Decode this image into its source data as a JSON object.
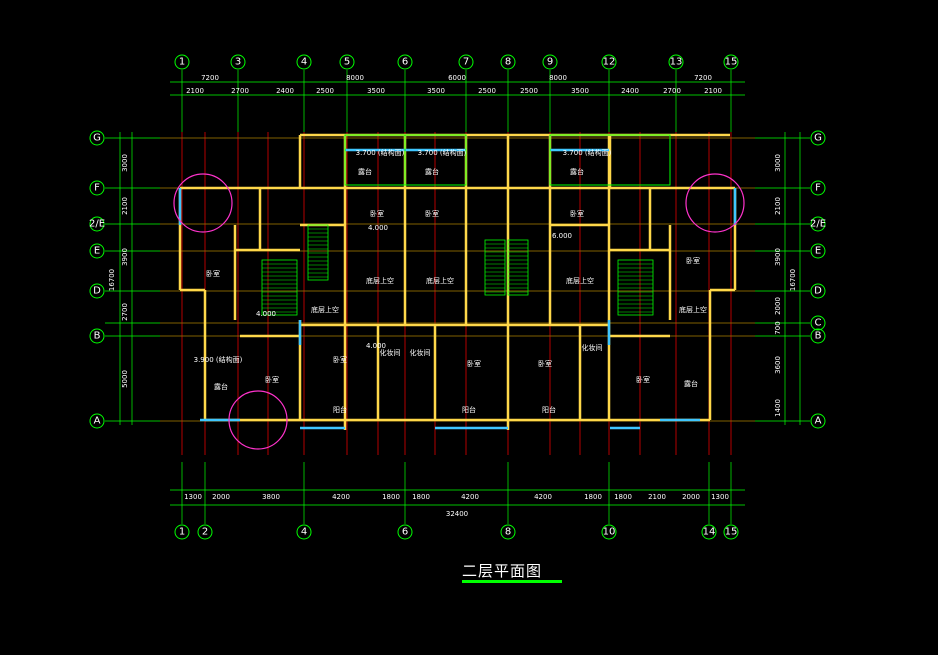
{
  "title": "二层平面图",
  "colors": {
    "background": "#000000",
    "axis": "#00ff00",
    "grid_red": "#ff0000",
    "wall": "#ffd84a",
    "window": "#3fc6ff",
    "circle": "#ff33cc",
    "text": "#ffffff"
  },
  "axes_top": [
    "1",
    "3",
    "4",
    "5",
    "6",
    "7",
    "8",
    "9",
    "12",
    "13",
    "15"
  ],
  "axes_bottom": [
    "1",
    "2",
    "4",
    "6",
    "8",
    "10",
    "14",
    "15"
  ],
  "axes_left": [
    "G",
    "F",
    "2/E",
    "E",
    "D",
    "B",
    "A"
  ],
  "axes_right": [
    "G",
    "F",
    "2/E",
    "E",
    "D",
    "C",
    "B",
    "A"
  ],
  "dims_top_overall": [
    "7200",
    "8000",
    "6000",
    "8000",
    "7200"
  ],
  "dims_top_detail": [
    "2100",
    "2700",
    "2400",
    "2500",
    "3500",
    "3500",
    "2500",
    "2500",
    "3500",
    "2400",
    "2700",
    "2100"
  ],
  "dims_bottom_detail": [
    "1300",
    "2000",
    "3800",
    "4200",
    "1800",
    "1800",
    "4200",
    "4200",
    "1800",
    "1800",
    "2100",
    "2000",
    "1300"
  ],
  "dims_bottom_total": "32400",
  "dims_left_detail": [
    "3000",
    "2100",
    "3900",
    "2700",
    "5000"
  ],
  "dims_left_total": "16700",
  "dims_right_detail": [
    "3000",
    "2100",
    "3900",
    "2000",
    "700",
    "3600",
    "1400"
  ],
  "dims_right_total": "16700",
  "rooms": [
    {
      "label": "露台"
    },
    {
      "label": "露台"
    },
    {
      "label": "露台"
    },
    {
      "label": "卧室"
    },
    {
      "label": "卧室"
    },
    {
      "label": "卧室"
    },
    {
      "label": "卧室"
    },
    {
      "label": "卧室"
    },
    {
      "label": "底层上空"
    },
    {
      "label": "底层上空"
    },
    {
      "label": "底层上空"
    },
    {
      "label": "底层上空"
    },
    {
      "label": "底层上空"
    },
    {
      "label": "卧室"
    },
    {
      "label": "化妆间"
    },
    {
      "label": "化妆间"
    },
    {
      "label": "卧室"
    },
    {
      "label": "卧室"
    },
    {
      "label": "化妆间"
    },
    {
      "label": "卧室"
    },
    {
      "label": "露台"
    },
    {
      "label": "卧室"
    },
    {
      "label": "露台"
    },
    {
      "label": "阳台"
    },
    {
      "label": "阳台"
    },
    {
      "label": "阳台"
    }
  ],
  "elevations": [
    "3.700 (结构面)",
    "3.700 (结构面)",
    "3.700 (结构面)",
    "4.000",
    "4.000",
    "4.000",
    "3.900 (结构面)",
    "6.000"
  ]
}
